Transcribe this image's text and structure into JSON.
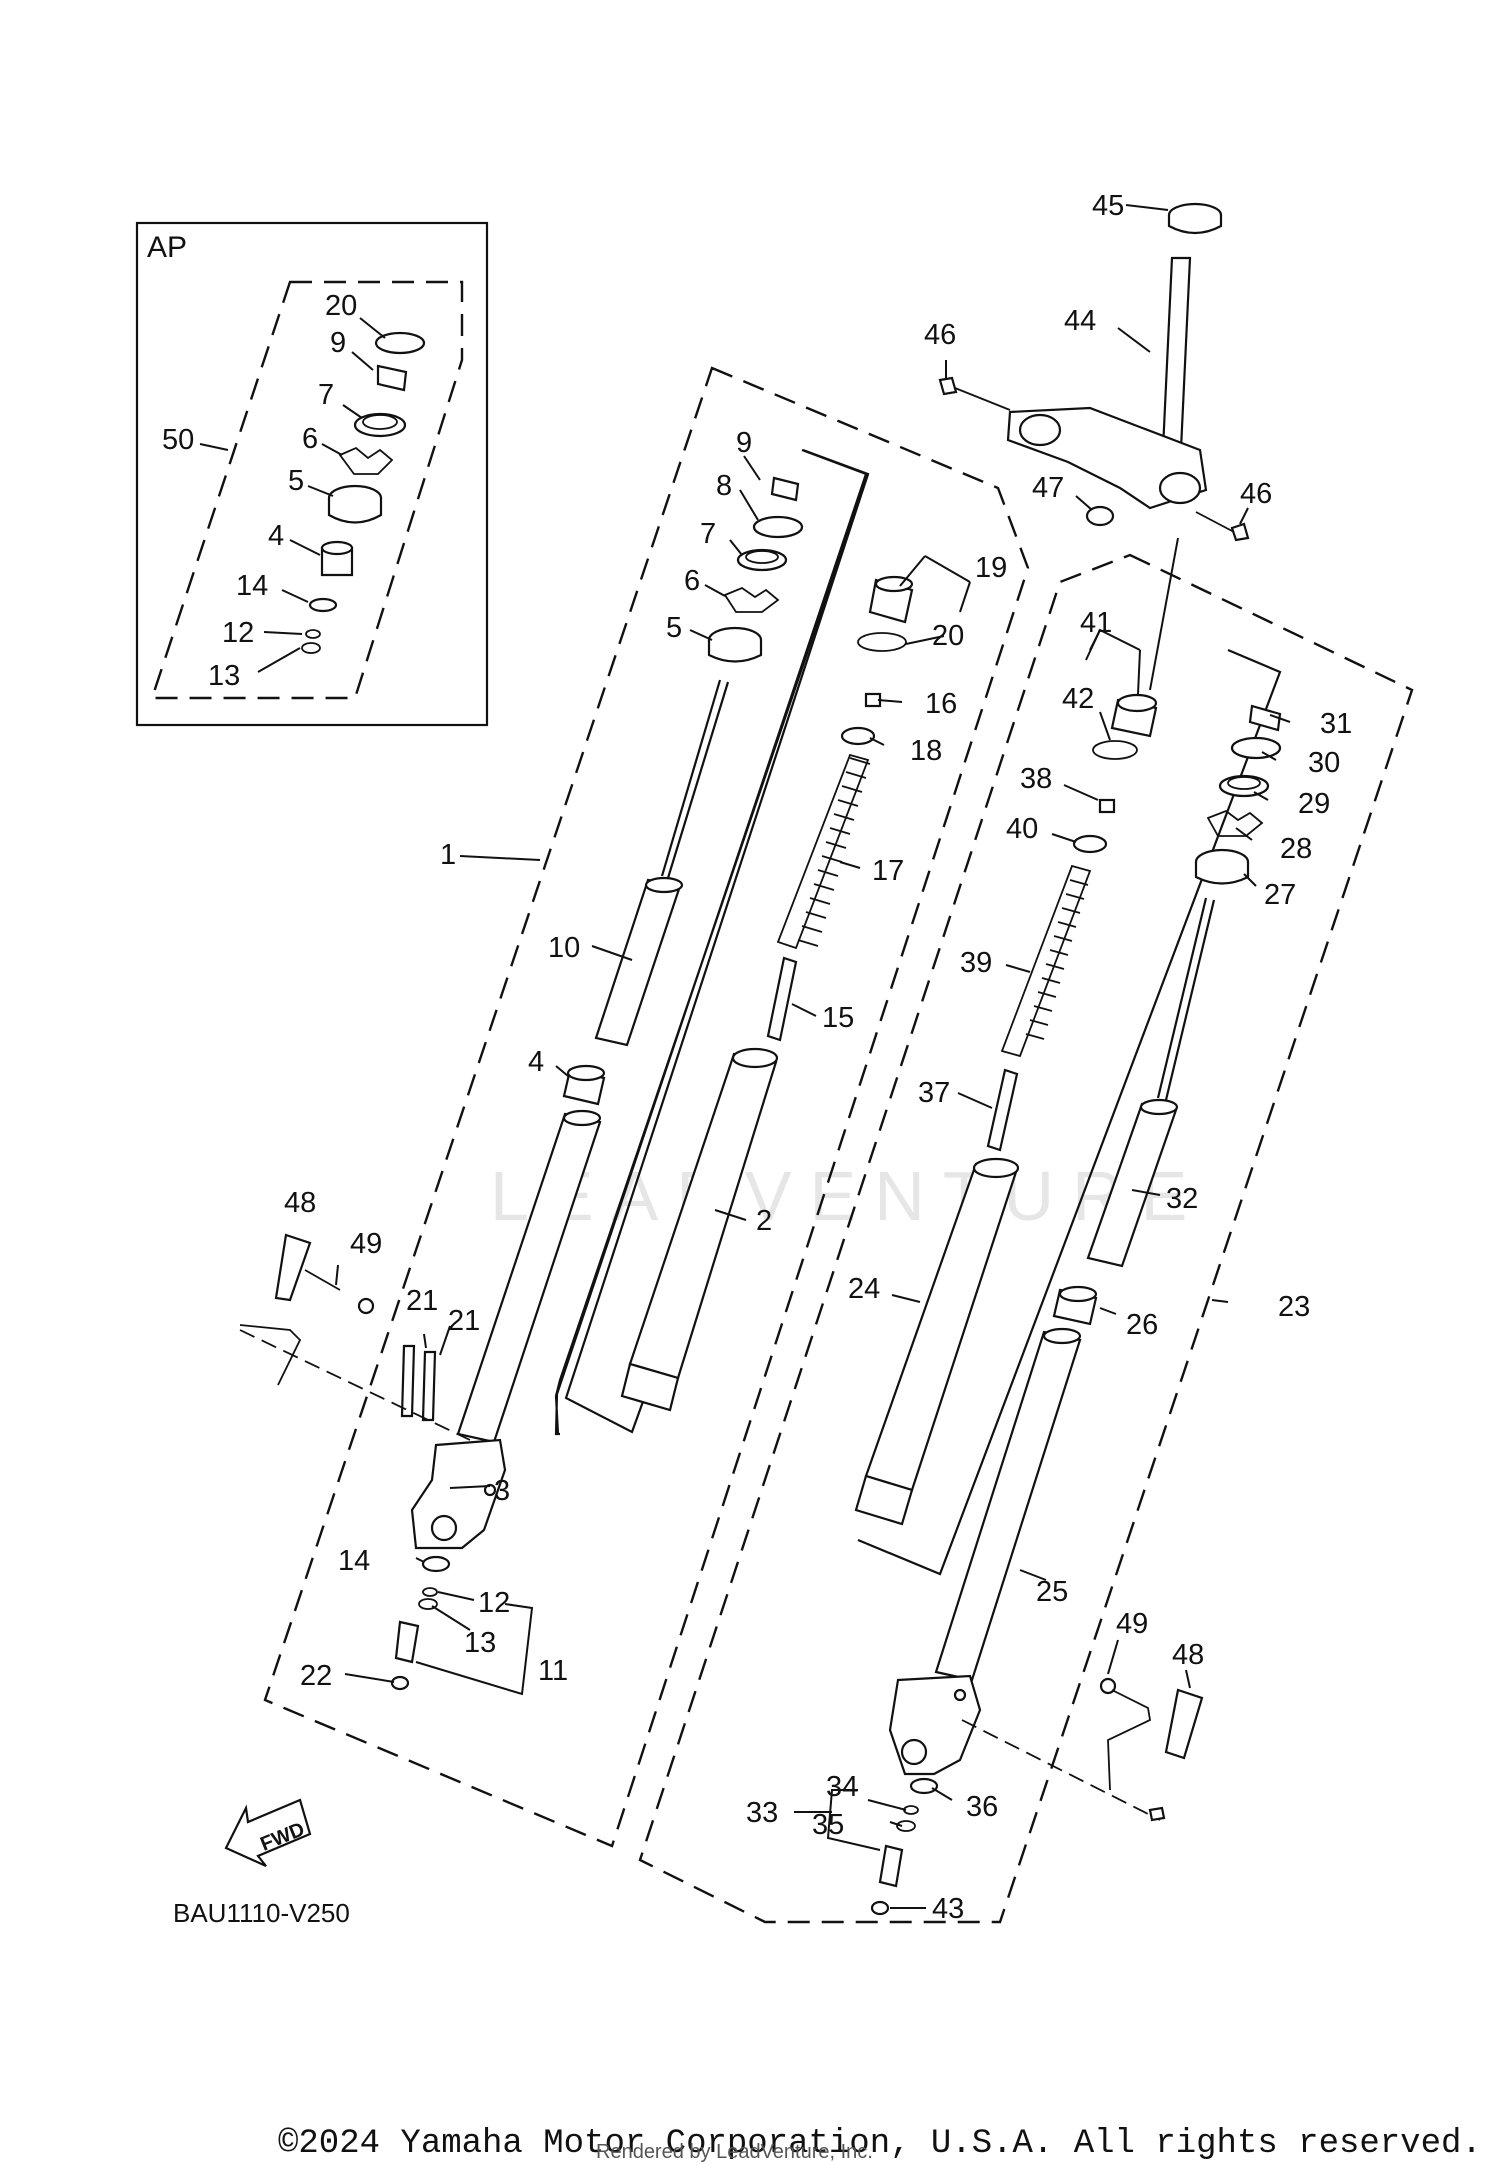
{
  "diagram": {
    "inset_title": "AP",
    "drawing_code": "BAU1110-V250",
    "fwd_label": "FWD",
    "watermark": "LEADVENTURE",
    "copyright": "©2024 Yamaha Motor Corporation, U.S.A. All rights reserved.",
    "rendered_by": "Rendered by LeadVenture, Inc.",
    "callouts": [
      {
        "id": "c45",
        "label": "45"
      },
      {
        "id": "c44",
        "label": "44"
      },
      {
        "id": "c46a",
        "label": "46"
      },
      {
        "id": "c46b",
        "label": "46"
      },
      {
        "id": "c47",
        "label": "47"
      },
      {
        "id": "c9",
        "label": "9"
      },
      {
        "id": "c8",
        "label": "8"
      },
      {
        "id": "c7",
        "label": "7"
      },
      {
        "id": "c6",
        "label": "6"
      },
      {
        "id": "c5",
        "label": "5"
      },
      {
        "id": "c19",
        "label": "19"
      },
      {
        "id": "c20",
        "label": "20"
      },
      {
        "id": "c16",
        "label": "16"
      },
      {
        "id": "c18",
        "label": "18"
      },
      {
        "id": "c17",
        "label": "17"
      },
      {
        "id": "c1",
        "label": "1"
      },
      {
        "id": "c10",
        "label": "10"
      },
      {
        "id": "c15",
        "label": "15"
      },
      {
        "id": "c4",
        "label": "4"
      },
      {
        "id": "c2",
        "label": "2"
      },
      {
        "id": "c48a",
        "label": "48"
      },
      {
        "id": "c49a",
        "label": "49"
      },
      {
        "id": "c21a",
        "label": "21"
      },
      {
        "id": "c21b",
        "label": "21"
      },
      {
        "id": "c3",
        "label": "3"
      },
      {
        "id": "c14",
        "label": "14"
      },
      {
        "id": "c12",
        "label": "12"
      },
      {
        "id": "c13",
        "label": "13"
      },
      {
        "id": "c11",
        "label": "11"
      },
      {
        "id": "c22",
        "label": "22"
      },
      {
        "id": "c41",
        "label": "41"
      },
      {
        "id": "c42",
        "label": "42"
      },
      {
        "id": "c38",
        "label": "38"
      },
      {
        "id": "c40",
        "label": "40"
      },
      {
        "id": "c39",
        "label": "39"
      },
      {
        "id": "c37",
        "label": "37"
      },
      {
        "id": "c31",
        "label": "31"
      },
      {
        "id": "c30",
        "label": "30"
      },
      {
        "id": "c29",
        "label": "29"
      },
      {
        "id": "c28",
        "label": "28"
      },
      {
        "id": "c27",
        "label": "27"
      },
      {
        "id": "c32",
        "label": "32"
      },
      {
        "id": "c24",
        "label": "24"
      },
      {
        "id": "c26",
        "label": "26"
      },
      {
        "id": "c23",
        "label": "23"
      },
      {
        "id": "c25",
        "label": "25"
      },
      {
        "id": "c49b",
        "label": "49"
      },
      {
        "id": "c48b",
        "label": "48"
      },
      {
        "id": "c34",
        "label": "34"
      },
      {
        "id": "c33",
        "label": "33"
      },
      {
        "id": "c35",
        "label": "35"
      },
      {
        "id": "c36",
        "label": "36"
      },
      {
        "id": "c43",
        "label": "43"
      },
      {
        "id": "ap20",
        "label": "20"
      },
      {
        "id": "ap9",
        "label": "9"
      },
      {
        "id": "ap7",
        "label": "7"
      },
      {
        "id": "ap50",
        "label": "50"
      },
      {
        "id": "ap6",
        "label": "6"
      },
      {
        "id": "ap5",
        "label": "5"
      },
      {
        "id": "ap4",
        "label": "4"
      },
      {
        "id": "ap14",
        "label": "14"
      },
      {
        "id": "ap12",
        "label": "12"
      },
      {
        "id": "ap13",
        "label": "13"
      }
    ]
  }
}
